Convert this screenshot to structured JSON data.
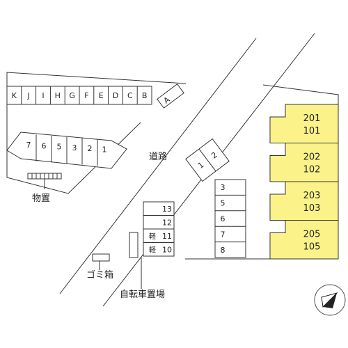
{
  "colors": {
    "building_fill": "#fbf38a",
    "line": "#333333",
    "background": "#ffffff"
  },
  "parking_top": [
    "K",
    "J",
    "I",
    "H",
    "G",
    "F",
    "E",
    "D",
    "C",
    "B"
  ],
  "parking_a": "A",
  "parking_left": [
    "7",
    "6",
    "5",
    "3",
    "2",
    "1"
  ],
  "parking_diag": [
    "1",
    "2"
  ],
  "parking_column": [
    "3",
    "5",
    "6",
    "7",
    "8"
  ],
  "parking_center": [
    "13",
    "12",
    "11",
    "10"
  ],
  "kei_mark": "軽",
  "labels": {
    "storage": "物置",
    "road": "道路",
    "garbage": "ゴミ箱",
    "bicycle": "自転車置場"
  },
  "units": [
    {
      "upper": "201",
      "lower": "101"
    },
    {
      "upper": "202",
      "lower": "102"
    },
    {
      "upper": "203",
      "lower": "103"
    },
    {
      "upper": "205",
      "lower": "105"
    }
  ],
  "compass_icon": "north-arrow-icon"
}
